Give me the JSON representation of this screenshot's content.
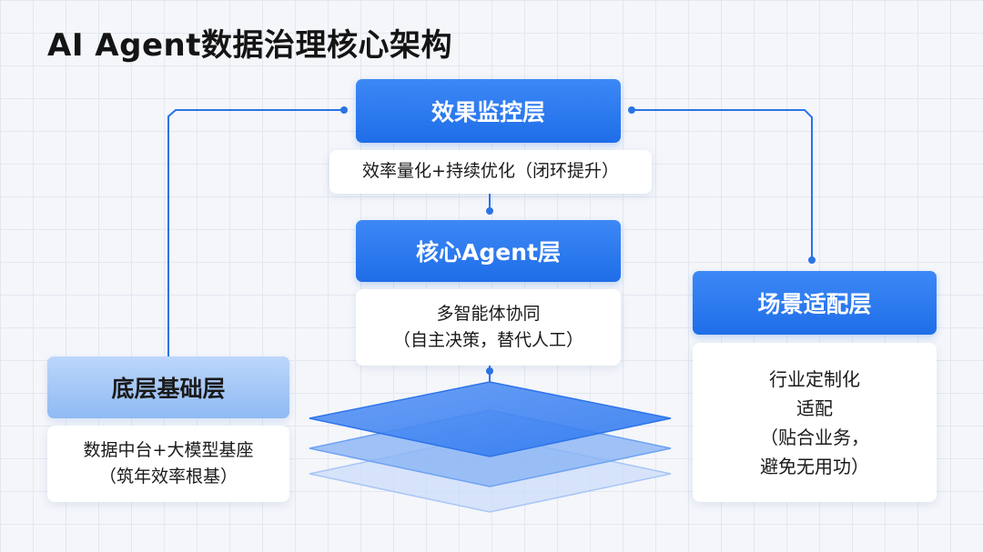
{
  "title": "AI Agent数据治理核心架构",
  "layers": {
    "monitor": {
      "name": "效果监控层",
      "desc": [
        "效率量化+持续优化（闭环提升）"
      ]
    },
    "agent": {
      "name": "核心Agent层",
      "desc": [
        "多智能体协同",
        "（自主决策，替代人工）"
      ]
    },
    "scene": {
      "name": "场景适配层",
      "desc": [
        "行业定制化",
        "适配",
        "（贴合业务，",
        "避免无用功）"
      ]
    },
    "base": {
      "name": "底层基础层",
      "desc": [
        "数据中台+大模型基座",
        "（筑年效率根基）"
      ]
    }
  },
  "colors": {
    "accent": "#1f6ee8",
    "accent_light": "#9cc2f5",
    "line": "#2a74e6"
  }
}
